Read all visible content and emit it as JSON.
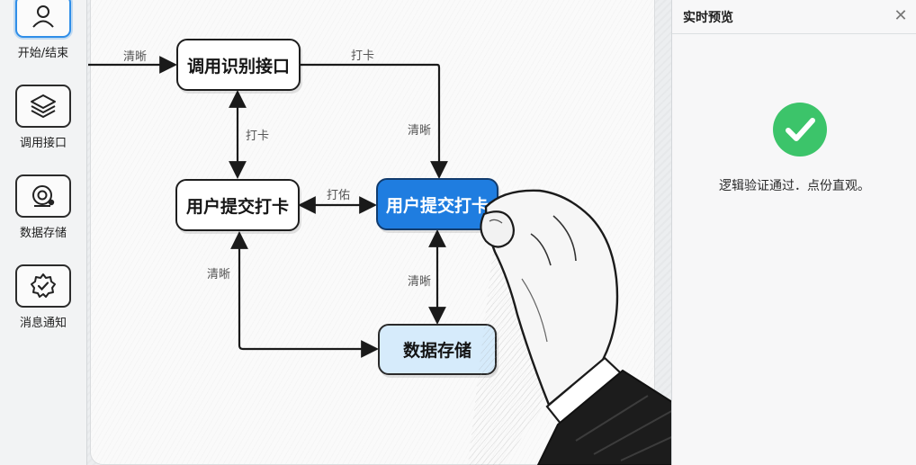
{
  "toolbar": {
    "items": [
      {
        "label": "开始/结束",
        "icon": "user-icon",
        "active": true
      },
      {
        "label": "调用接口",
        "icon": "layers-icon",
        "active": false
      },
      {
        "label": "数据存储",
        "icon": "database-camera-icon",
        "active": false
      },
      {
        "label": "消息通知",
        "icon": "gear-badge-icon",
        "active": false
      }
    ]
  },
  "diagram": {
    "nodes": {
      "call_api": "调用识别接口",
      "user_submit": "用户提交打卡",
      "user_submit_selected": "用户提交打卡",
      "data_store": "数据存储"
    },
    "edges": {
      "start_to_api": "清晰",
      "api_to_selected_top": "打卡",
      "api_to_selected_side": "清晰",
      "api_to_submit": "打卡",
      "submit_to_selected": "打佑",
      "selected_to_store": "清晰",
      "submit_to_store": "清晰"
    },
    "colors": {
      "selected_node": "#1f7de0",
      "store_node": "#d6ebfb",
      "accent": "#2f8ee8"
    }
  },
  "preview": {
    "title": "实时预览",
    "close_icon": "close-icon",
    "status_icon": "check-circle-icon",
    "status_color": "#3cc46a",
    "message": "逻辑验证通过．点份直观。"
  }
}
